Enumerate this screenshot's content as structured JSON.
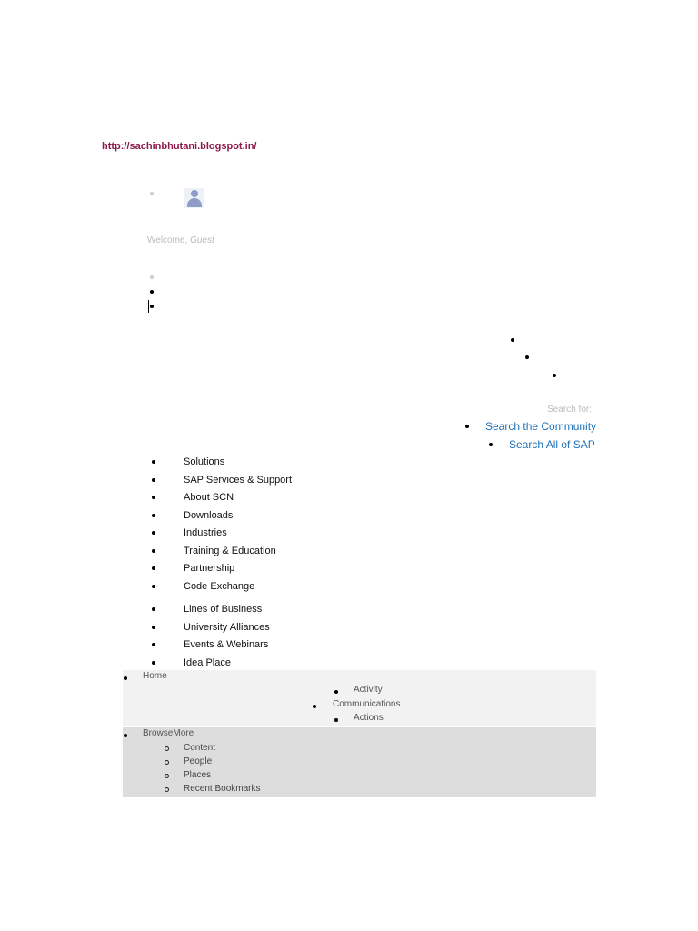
{
  "blog_url": "http://sachinbhutani.blogspot.in/",
  "welcome": {
    "prefix": "Welcome,",
    "user": "Guest"
  },
  "search": {
    "label": "Search for:",
    "options": [
      "Search the Community",
      "Search All of SAP"
    ]
  },
  "nav": {
    "items": [
      "Solutions",
      "SAP Services & Support",
      "About SCN",
      "Downloads",
      "Industries",
      "Training & Education",
      "Partnership",
      "Code Exchange",
      "Lines of Business",
      "University Alliances",
      "Events & Webinars",
      "Idea Place"
    ]
  },
  "home_menu": {
    "home_label": "Home",
    "activity_label": "Activity",
    "communications_label": "Communications",
    "actions_label": "Actions"
  },
  "browse_menu": {
    "browse_label": "Browse",
    "more_label": "More",
    "items": [
      "Content",
      "People",
      "Places",
      "Recent Bookmarks"
    ]
  }
}
